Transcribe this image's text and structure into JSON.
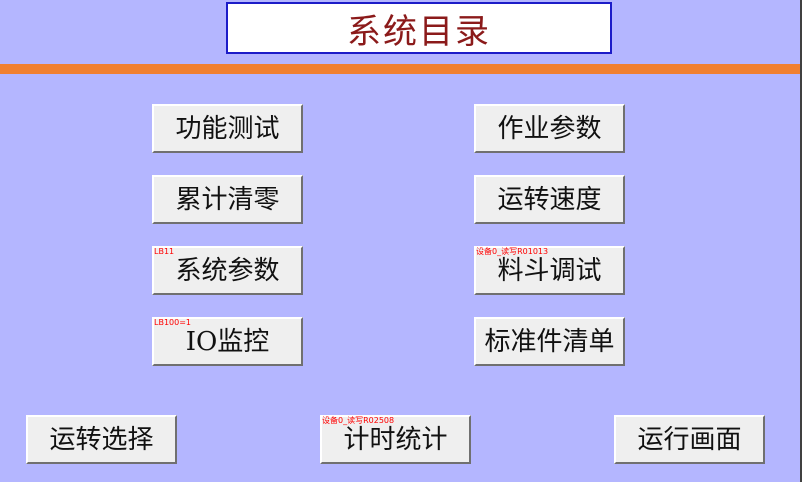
{
  "title": "系统目录",
  "colors": {
    "background": "#b4b6ff",
    "title_text": "#8b1a1a",
    "title_border": "#1c1cc8",
    "accent_bar": "#f08030",
    "tag_text": "#ff0000"
  },
  "buttons": {
    "function_test": {
      "label": "功能测试"
    },
    "job_params": {
      "label": "作业参数"
    },
    "cumulative_reset": {
      "label": "累计清零"
    },
    "run_speed": {
      "label": "运转速度"
    },
    "system_params": {
      "label": "系统参数",
      "tag": "LB11"
    },
    "hopper_debug": {
      "label": "料斗调试",
      "tag": "设备0_读写R01013"
    },
    "io_monitor": {
      "label": "IO监控",
      "tag": "LB100=1"
    },
    "standard_clear": {
      "label": "标准件清单"
    },
    "run_select": {
      "label": "运转选择"
    },
    "timer_stats": {
      "label": "计时统计",
      "tag": "设备0_读写R02508"
    },
    "run_screen": {
      "label": "运行画面"
    }
  }
}
